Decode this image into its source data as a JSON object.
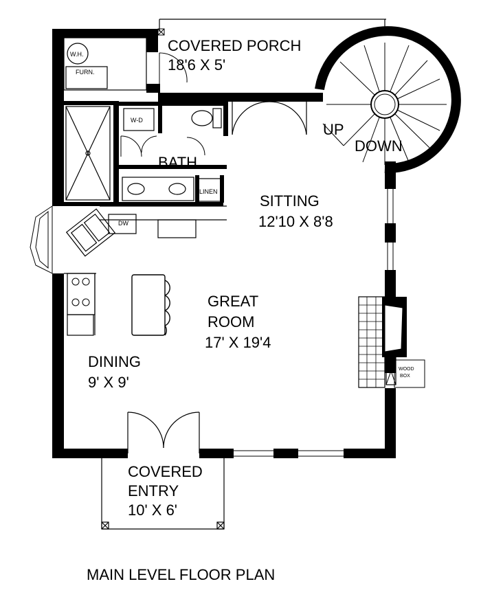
{
  "plan_title": "MAIN LEVEL FLOOR PLAN",
  "rooms": {
    "covered_porch": {
      "name": "COVERED PORCH",
      "size": "18'6 X 5'"
    },
    "bath": {
      "name": "BATH"
    },
    "sitting": {
      "name": "SITTING",
      "size": "12'10 X 8'8"
    },
    "great_room": {
      "name_line1": "GREAT",
      "name_line2": "ROOM",
      "size": "17' X 19'4"
    },
    "dining": {
      "name": "DINING",
      "size": "9' X 9'"
    },
    "covered_entry": {
      "name_line1": "COVERED",
      "name_line2": "ENTRY",
      "size": "10' X 6'"
    }
  },
  "fixtures": {
    "water_heater": "W.H.",
    "furnace": "FURN.",
    "washer_dryer": "W-D",
    "linen": "LINEN",
    "dishwasher": "DW",
    "wood_box_line1": "WOOD",
    "wood_box_line2": "BOX"
  },
  "stairs": {
    "up": "UP",
    "down": "DOWN"
  }
}
